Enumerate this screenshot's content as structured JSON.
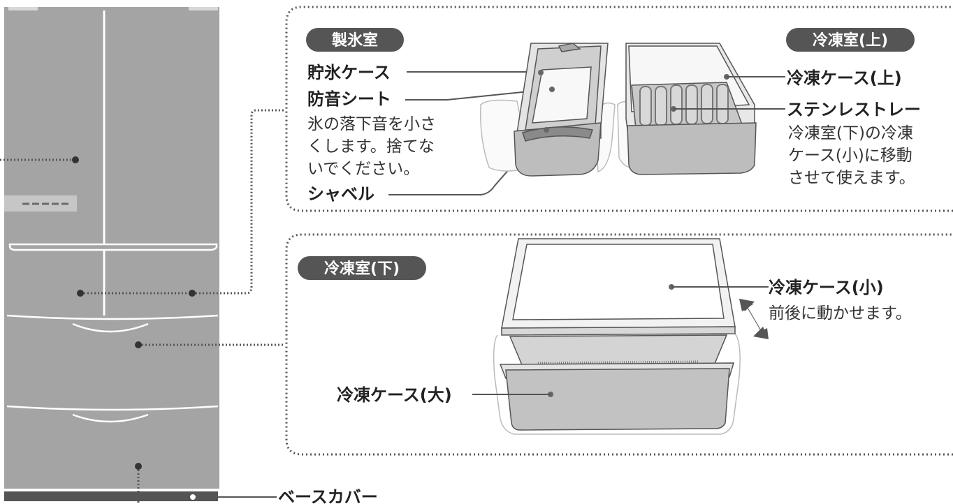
{
  "colors": {
    "fridge_body": "#a4a4a4",
    "fridge_line": "#ffffff",
    "leader": "#555555",
    "badge": "#555555",
    "panel_border": "#555555",
    "base_cover": "#555555"
  },
  "ice_room": {
    "badge": "製氷室",
    "ice_case": "貯氷ケース",
    "sound_sheet": "防音シート",
    "sound_sheet_note": [
      "氷の落下音を小さ",
      "くします。捨てな",
      "いでください。"
    ],
    "shovel": "シャベル"
  },
  "freezer_upper": {
    "badge": "冷凍室(上)",
    "case_upper": "冷凍ケース(上)",
    "steel_tray": "ステンレストレー",
    "steel_tray_note": [
      "冷凍室(下)の冷凍",
      "ケース(小)に移動",
      "させて使えます。"
    ]
  },
  "freezer_lower": {
    "badge": "冷凍室(下)",
    "case_small": "冷凍ケース(小)",
    "case_small_note": "前後に動かせます。",
    "case_large": "冷凍ケース(大)"
  },
  "base_cover": "ベースカバー",
  "display_panel_icon": "dashed-display-icon",
  "move_arrow_icon": "double-arrow-icon"
}
